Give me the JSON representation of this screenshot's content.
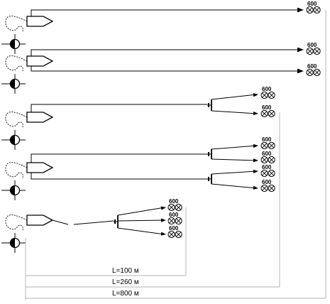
{
  "lamp_power_label": "600",
  "dimensions": {
    "l100": "L=100 м",
    "l260": "L=260 м",
    "l800": "L=800 м"
  },
  "schemes": [
    {
      "id": "scheme-1",
      "outputs": 1,
      "splitter": "none"
    },
    {
      "id": "scheme-2",
      "outputs": 2,
      "splitter": "none"
    },
    {
      "id": "scheme-3",
      "outputs": 2,
      "splitter": "one-to-two"
    },
    {
      "id": "scheme-4",
      "outputs": 4,
      "splitter": "two-to-two"
    },
    {
      "id": "scheme-5",
      "outputs": 3,
      "splitter": "one-to-three"
    }
  ]
}
